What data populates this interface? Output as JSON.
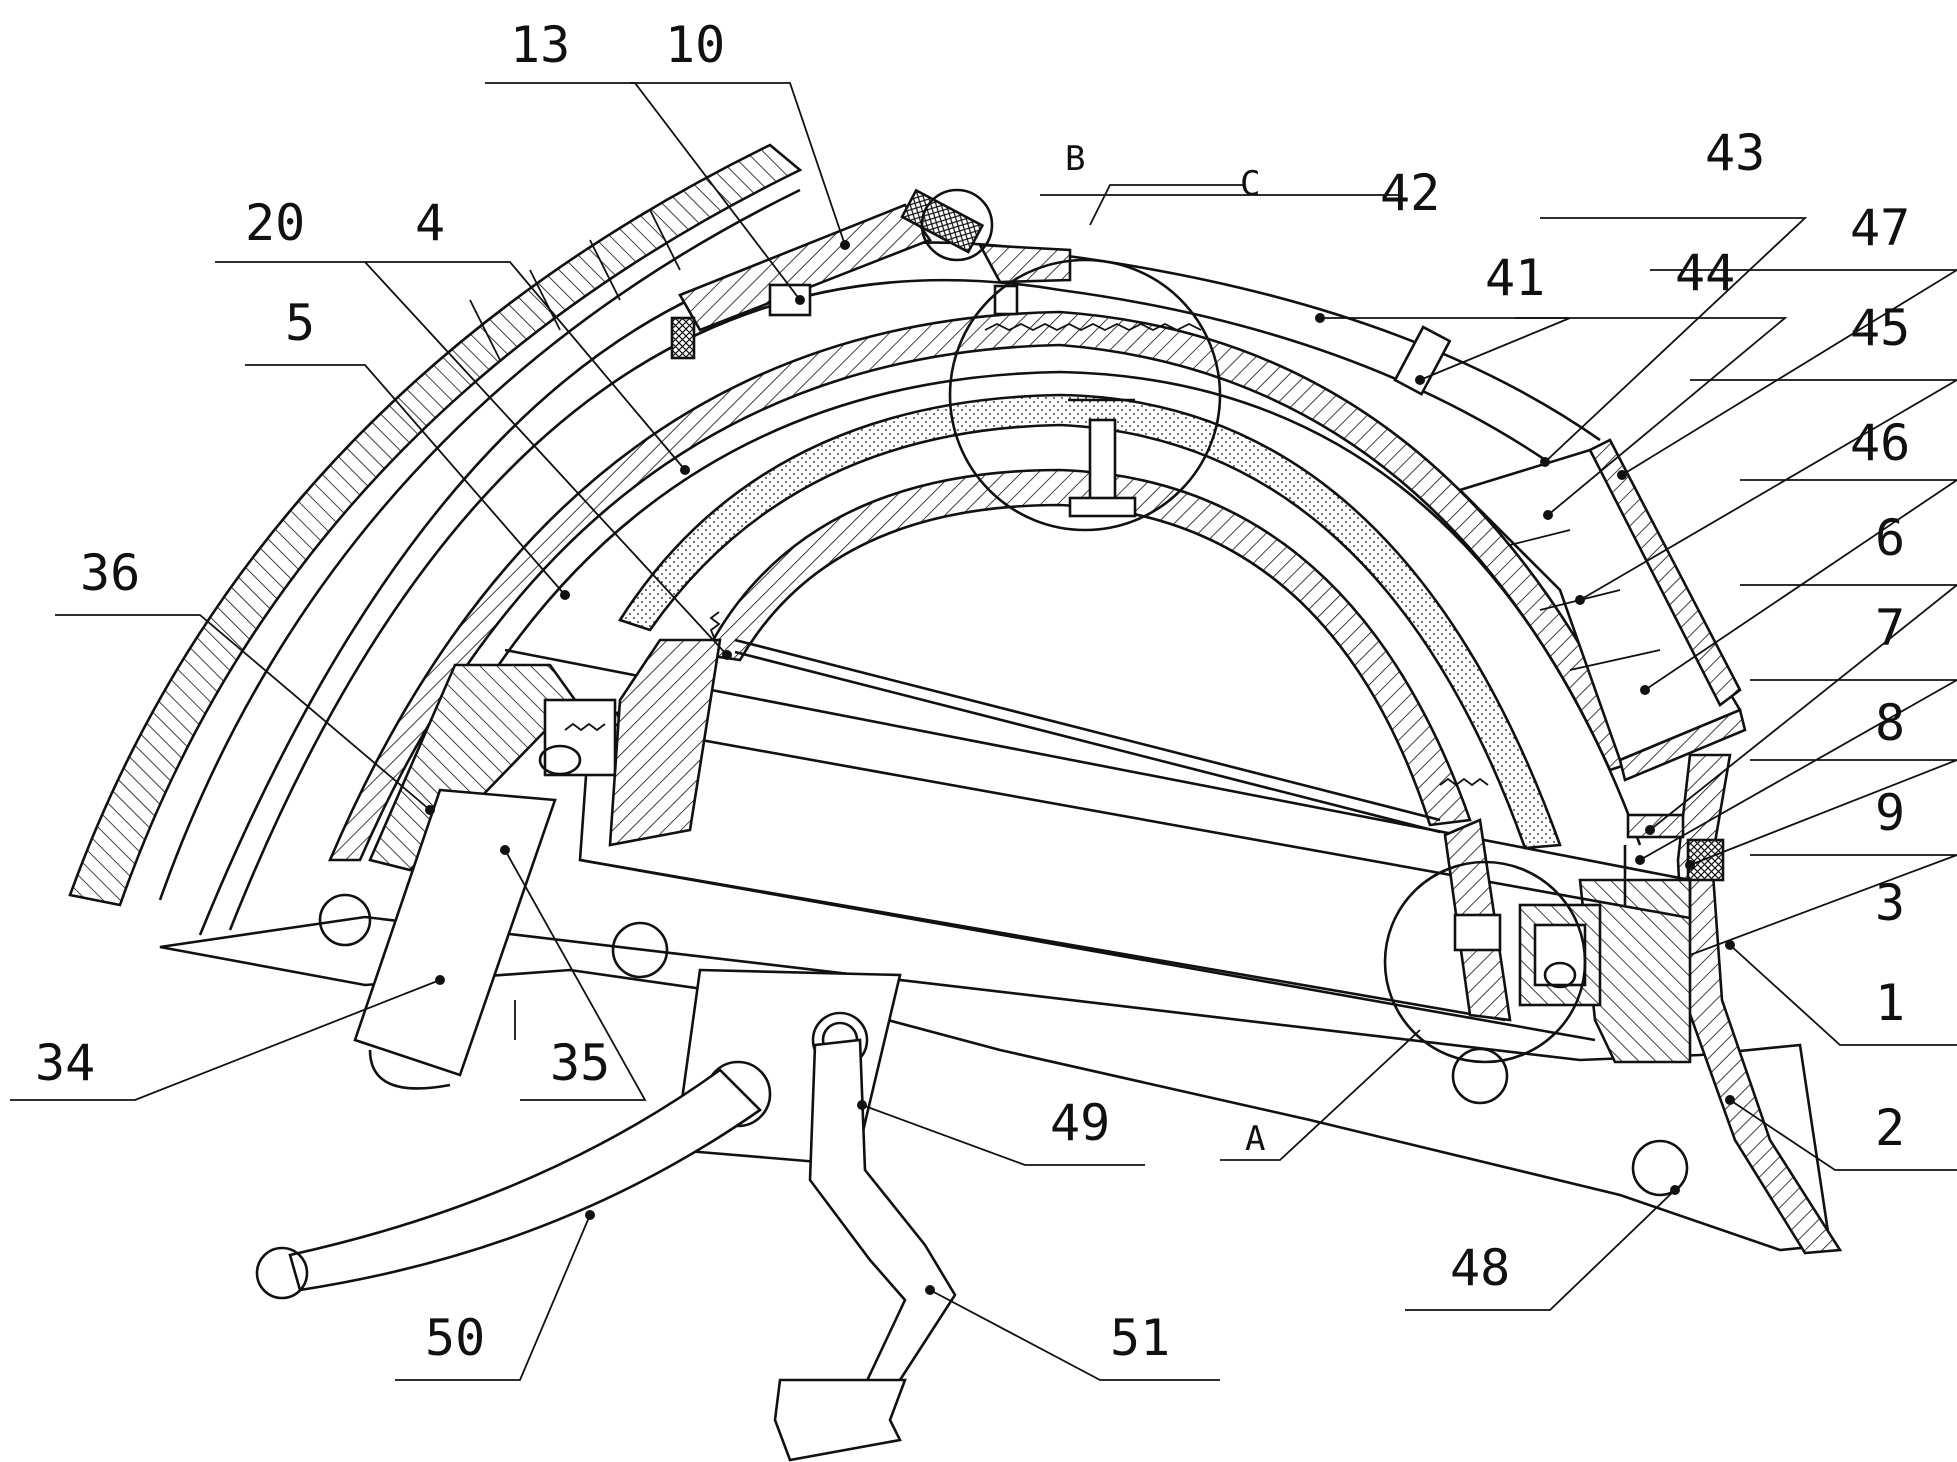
{
  "figure": {
    "colors": {
      "ink": "#111111",
      "paper": "#ffffff"
    }
  },
  "labels": {
    "l1": "1",
    "l2": "2",
    "l3": "3",
    "l4": "4",
    "l5": "5",
    "l6": "6",
    "l7": "7",
    "l8": "8",
    "l9": "9",
    "l10": "10",
    "l13": "13",
    "l20": "20",
    "l34": "34",
    "l35": "35",
    "l36": "36",
    "l41": "41",
    "l42": "42",
    "l43": "43",
    "l44": "44",
    "l45": "45",
    "l46": "46",
    "l47": "47",
    "l48": "48",
    "l49": "49",
    "l50": "50",
    "l51": "51",
    "lA": "A",
    "lB": "B",
    "lC": "C"
  }
}
